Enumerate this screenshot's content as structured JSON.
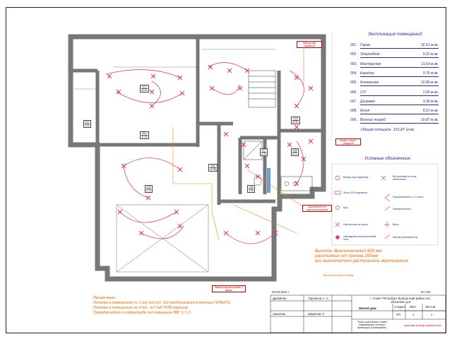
{
  "explication": {
    "title": "Экспликация помещений:",
    "rooms": [
      {
        "num": "001.",
        "name": "Гараж",
        "area": "32,61 м.кв."
      },
      {
        "num": "002.",
        "name": "Энергоблок",
        "area": "9,22 м.кв."
      },
      {
        "num": "003.",
        "name": "Мастерская",
        "area": "11,63 м.кв."
      },
      {
        "num": "004.",
        "name": "Коридор",
        "area": "9,76 м.кв."
      },
      {
        "num": "005.",
        "name": "Котельная",
        "area": "12,86 м.кв."
      },
      {
        "num": "006.",
        "name": "С/У",
        "area": "2,05 м.кв."
      },
      {
        "num": "007.",
        "name": "Душевая",
        "area": "3,39 м.кв."
      },
      {
        "num": "008.",
        "name": "Кухня",
        "area": "8,21 м.кв."
      },
      {
        "num": "009.",
        "name": "Винный погреб",
        "area": "10,87 м.кв."
      }
    ],
    "total": "Общая площадь: 101,87 м.кв."
  },
  "legend": {
    "title": "Условные обозначения:",
    "items": [
      {
        "label": "Вывод под подсветку"
      },
      {
        "label": "Встроенный в стену светильник"
      },
      {
        "label": "Зона LED подсветки"
      },
      {
        "label": "Переключатель с 2-х мест"
      },
      {
        "label": "Бра"
      },
      {
        "label": "Переключатель"
      },
      {
        "label": "Светильник на тросе"
      },
      {
        "label": "Выкл"
      },
      {
        "label": "Накладной или встроенный блок"
      },
      {
        "label": "Мастер выключатель"
      }
    ]
  },
  "plan_labels": [
    {
      "num": "002",
      "area": "9,22"
    },
    {
      "num": "003",
      "area": "11,63"
    },
    {
      "num": "001",
      "area": "32,61"
    },
    {
      "num": "004",
      "area": "9,76"
    },
    {
      "num": "005",
      "area": "12,86"
    },
    {
      "num": "006",
      "area": "2,05"
    },
    {
      "num": "007",
      "area": "3,39"
    },
    {
      "num": "008",
      "area": "8,21"
    },
    {
      "num": "009",
      "area": "10,87"
    }
  ],
  "callouts": [
    {
      "text": "Вывод под подсветку"
    },
    {
      "text": "Выключатели в отдельной коробке"
    },
    {
      "text": "Шкаф / Ниша / Гардероб"
    },
    {
      "text": "Вывод под светильник у двери"
    }
  ],
  "notes": {
    "title": "Примечание:",
    "lines": [
      "Потолки в помещениях № 1,№2,№3,№5, №9 предполагаются реечные ГИПЬЯТО",
      "Потолки в помещениях № 4 №6, №7,№8 ГКЛВ (окраска)",
      "Проводка кабеля в гофротрубе под освещение ВВГ 3 / 1,5"
    ]
  },
  "height_note": [
    "Высота. Выключателей 900 мм",
    "расстояние от проема 200мм",
    "все выключатели располагать вертикально"
  ],
  "small_note": "Высота потолков 2400мм",
  "title_block": {
    "date": "03.03.2021 г.",
    "scale": "М 1:50",
    "designer_role": "Дизайнер",
    "designer": "Тарханов А. С.",
    "checked_role": "Заказчик",
    "customer": "Шарапов А.",
    "address": "г. Санкт-Петербург Выборгский район пос. Ильичево д.9",
    "object": "Жилой дом",
    "stage_h": "Стадия",
    "sheet_h": "Лист",
    "sheets_h": "Листов",
    "stage": "РП",
    "sheet": "1",
    "sheets": "1",
    "drawing": "План цокольного этажа размещения электро арматуры (Освещение)",
    "website": "www.spb-zodchij.ru/proekt.html"
  }
}
